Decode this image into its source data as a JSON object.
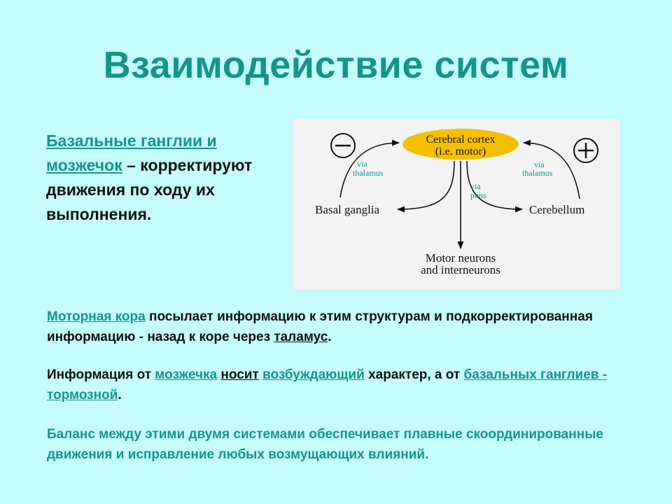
{
  "slide": {
    "title": "Взаимодействие систем",
    "intro": {
      "link1": "Базальные ганглии",
      "and": " и ",
      "link2": "мозжечок",
      "rest": " – корректируют движения по ходу их выполнения."
    },
    "diagram": {
      "cortex_line1": "Cerebral cortex",
      "cortex_line2": "(i.e. motor)",
      "basal": "Basal ganglia",
      "cerebellum": "Cerebellum",
      "motor_line1": "Motor neurons",
      "motor_line2": "and interneurons",
      "via_thalamus_left_1": "via",
      "via_thalamus_left_2": "thalamus",
      "via_thalamus_right_1": "via",
      "via_thalamus_right_2": "thalamus",
      "via_pons_1": "via",
      "via_pons_2": "pons",
      "minus": "−",
      "plus": "+"
    },
    "paragraphs": [
      [
        {
          "text": "Моторная кора",
          "style": "link"
        },
        {
          "text": " посылает информацию к этим структурам и подкорректированная информацию - назад  к коре через ",
          "style": "plain"
        },
        {
          "text": "таламус",
          "style": "uline"
        },
        {
          "text": ".",
          "style": "plain"
        }
      ],
      [
        {
          "text": "Информация от ",
          "style": "plain"
        },
        {
          "text": "мозжечка",
          "style": "link"
        },
        {
          "text": " ",
          "style": "plain"
        },
        {
          "text": "носит",
          "style": "uline"
        },
        {
          "text": " ",
          "style": "plain"
        },
        {
          "text": "возбуждающий",
          "style": "link"
        },
        {
          "text": " характер, а от ",
          "style": "plain"
        },
        {
          "text": "базальных ганглиев - тормозной",
          "style": "link"
        },
        {
          "text": ".",
          "style": "plain"
        }
      ],
      [
        {
          "text": "Баланс между этими двумя системами обеспечивает плавные скоординированные движения и исправление любых возмущающих влияний.",
          "style": "teal"
        }
      ]
    ]
  },
  "colors": {
    "background": "#c5fcfc",
    "accent": "#13958c",
    "cortex_oval": "#f5c000"
  }
}
